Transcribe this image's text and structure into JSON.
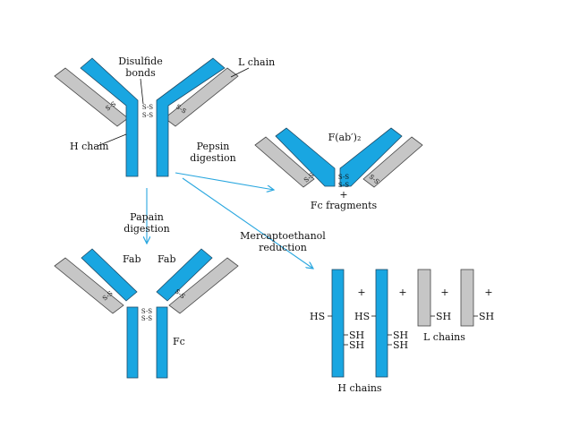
{
  "colors": {
    "heavy_chain": "#19a6e1",
    "light_chain": "#c6c6c6",
    "arrow": "#2aa7df",
    "text": "#111111",
    "background": "#ffffff"
  },
  "intact_antibody": {
    "disulfide_label_line1": "Disulfide",
    "disulfide_label_line2": "bonds",
    "l_chain_label": "L chain",
    "h_chain_label": "H chain",
    "ss_bond": "S-S"
  },
  "pepsin": {
    "step_line1": "Pepsin",
    "step_line2": "digestion",
    "product_label": "F(ab′)₂",
    "plus": "+",
    "fc_fragments": "Fc  fragments"
  },
  "papain": {
    "step_line1": "Papain",
    "step_line2": "digestion",
    "fab_left": "Fab",
    "fab_right": "Fab",
    "fc_label": "Fc"
  },
  "mercaptoethanol": {
    "step_line1": "Mercaptoethanol",
    "step_line2": "reduction",
    "hs": "HS",
    "sh": "SH",
    "plus": "+",
    "l_chains_label": "L chains",
    "h_chains_label": "H chains"
  }
}
